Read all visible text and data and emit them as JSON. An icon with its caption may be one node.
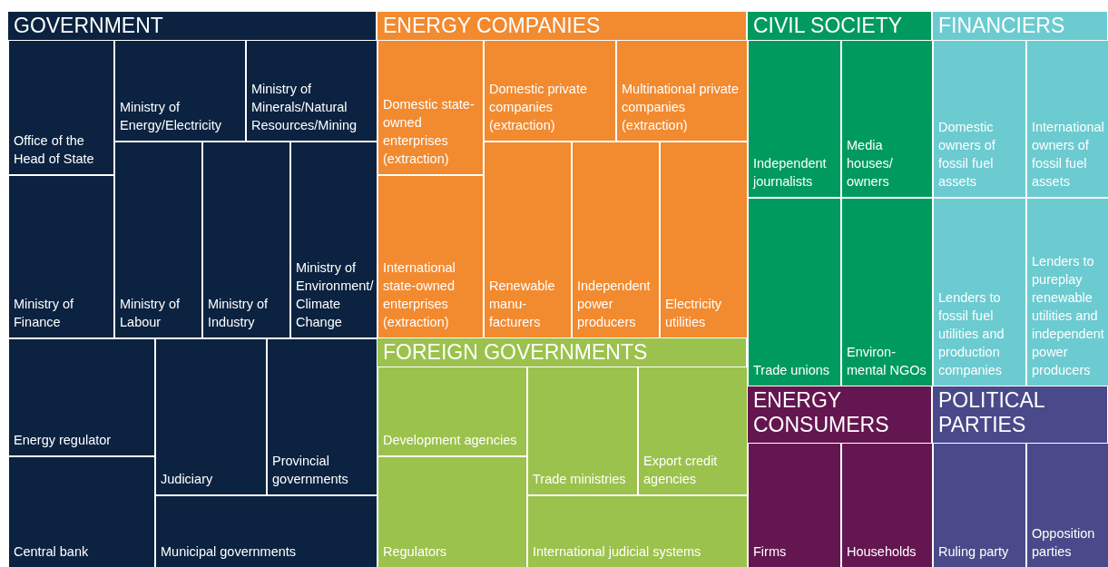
{
  "diagram": {
    "nodes": [
      {
        "text": [
          "GOVERNMENT"
        ]
      },
      {
        "text": [
          "Office of the Head of State"
        ],
        "in": 0
      },
      {
        "text": [
          "Ministry of Energy/Electricity"
        ],
        "in": 0
      },
      {
        "text": [
          "Ministry of Minerals/Natural Resources/Mining"
        ],
        "in": 0
      },
      {
        "text": [
          "Ministry of Finance"
        ],
        "in": 0
      },
      {
        "text": [
          "Ministry of Labour"
        ],
        "in": 0
      },
      {
        "text": [
          "Ministry of Industry"
        ],
        "in": 0
      },
      {
        "text": [
          "Ministry of Environment/ Climate Change"
        ],
        "in": 0
      },
      {
        "text": [
          "Energy regulator"
        ],
        "in": 0
      },
      {
        "text": [
          "Central bank"
        ],
        "in": 0
      },
      {
        "text": [
          "Judiciary"
        ],
        "in": 0
      },
      {
        "text": [
          "Provincial governments"
        ],
        "in": 0
      },
      {
        "text": [
          "Municipal governments"
        ],
        "in": 0
      },
      {
        "text": [
          "ENERGY COMPANIES"
        ]
      },
      {
        "text": [
          "Domestic state-owned enterprises (extraction)"
        ],
        "in": 13
      },
      {
        "text": [
          "Domestic private companies (extraction)"
        ],
        "in": 13
      },
      {
        "text": [
          "Multinational private companies (extraction)"
        ],
        "in": 13
      },
      {
        "text": [
          "International state-owned enterprises (extraction)"
        ],
        "in": 13
      },
      {
        "text": [
          "Renewable manu-facturers"
        ],
        "in": 13
      },
      {
        "text": [
          "Independent power producers"
        ],
        "in": 13
      },
      {
        "text": [
          "Electricity utilities"
        ],
        "in": 13
      },
      {
        "text": [
          "FOREIGN GOVERNMENTS"
        ]
      },
      {
        "text": [
          "Development agencies"
        ],
        "in": 21
      },
      {
        "text": [
          "Regulators"
        ],
        "in": 21
      },
      {
        "text": [
          "Trade ministries"
        ],
        "in": 21
      },
      {
        "text": [
          "Export credit agencies"
        ],
        "in": 21
      },
      {
        "text": [
          "International judicial systems"
        ],
        "in": 21
      },
      {
        "text": [
          "CIVIL SOCIETY"
        ]
      },
      {
        "text": [
          "Independent journalists"
        ],
        "in": 27
      },
      {
        "text": [
          "Media houses/ owners"
        ],
        "in": 27
      },
      {
        "text": [
          "Trade unions"
        ],
        "in": 27
      },
      {
        "text": [
          "Environ-mental NGOs"
        ],
        "in": 27
      },
      {
        "text": [
          "ENERGY CONSUMERS"
        ]
      },
      {
        "text": [
          "Firms"
        ],
        "in": 32
      },
      {
        "text": [
          "Households"
        ],
        "in": 32
      },
      {
        "text": [
          "FINANCIERS"
        ]
      },
      {
        "text": [
          "Domestic owners of fossil fuel assets"
        ],
        "in": 35
      },
      {
        "text": [
          "International owners of fossil fuel assets"
        ],
        "in": 35
      },
      {
        "text": [
          "Lenders to fossil fuel utilities and production companies"
        ],
        "in": 35
      },
      {
        "text": [
          "Lenders to pureplay renewable utilities and independent power producers"
        ],
        "in": 35
      },
      {
        "text": [
          "POLITICAL PARTIES"
        ]
      },
      {
        "text": [
          "Ruling party"
        ],
        "in": 40
      },
      {
        "text": [
          "Opposition parties"
        ],
        "in": 40
      }
    ]
  }
}
